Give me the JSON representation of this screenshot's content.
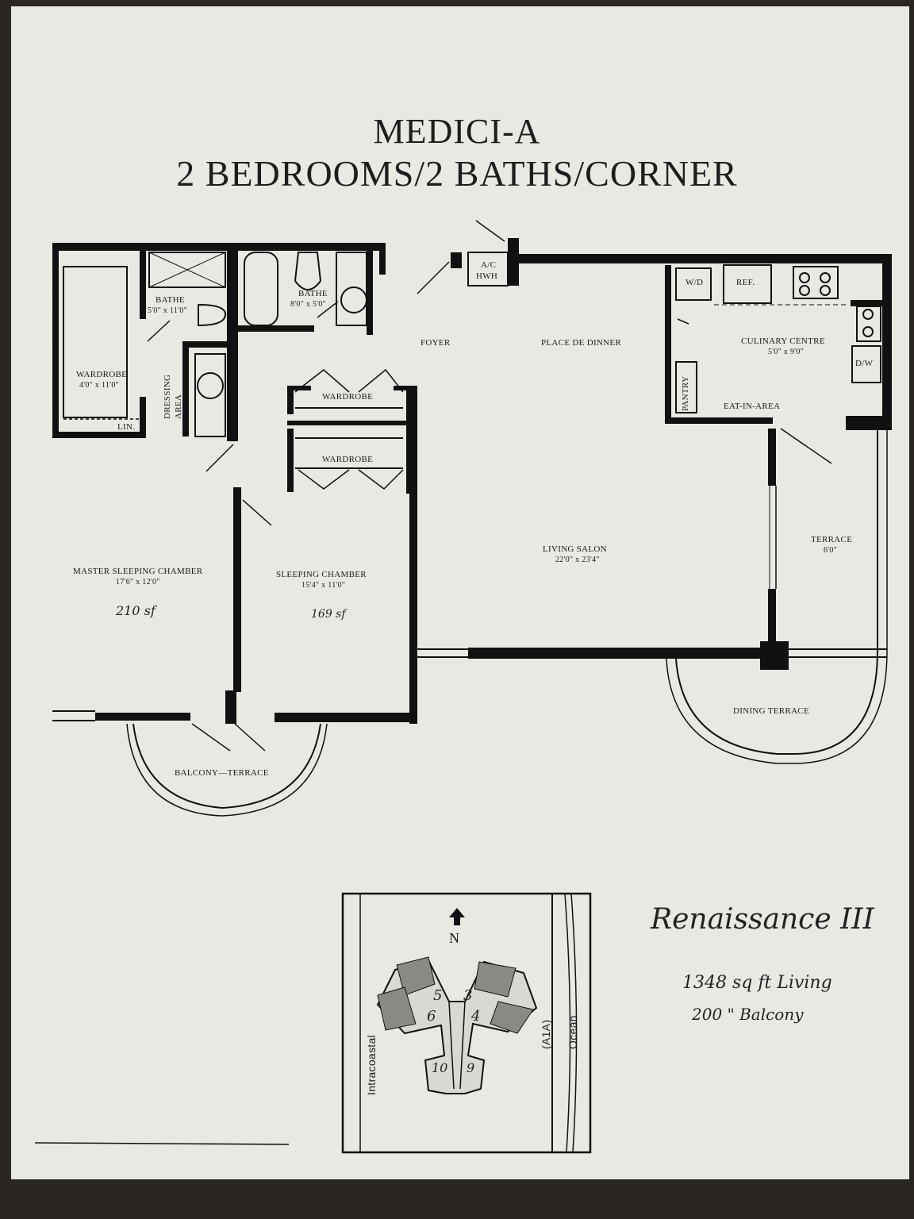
{
  "title": {
    "line1": "MEDICI-A",
    "line2": "2 BEDROOMS/2 BATHS/CORNER"
  },
  "rooms": {
    "bath1": {
      "name": "BATHE",
      "dims": "5'0\" x 11'0\""
    },
    "bath2": {
      "name": "BATHE",
      "dims": "8'0\" x 5'0\""
    },
    "wardrobe_master": {
      "name": "WARDROBE",
      "dims": "4'0\" x 11'0\""
    },
    "dressing": {
      "name": "DRESSING AREA"
    },
    "linen": {
      "name": "LIN."
    },
    "wardrobe_a": {
      "name": "WARDROBE"
    },
    "wardrobe_b": {
      "name": "WARDROBE"
    },
    "foyer": {
      "name": "FOYER"
    },
    "ac": {
      "line1": "A/C",
      "line2": "HWH"
    },
    "place_de_dinner": {
      "name": "PLACE DE DINNER"
    },
    "culinary": {
      "name": "CULINARY CENTRE",
      "dims": "5'0\" x 9'0\""
    },
    "wd": {
      "name": "W/D"
    },
    "ref": {
      "name": "REF."
    },
    "dw": {
      "name": "D/W"
    },
    "pantry": {
      "name": "PANTRY"
    },
    "eat_in": {
      "name": "EAT-IN-AREA"
    },
    "living": {
      "name": "LIVING SALON",
      "dims": "22'0\" x 23'4\""
    },
    "terrace": {
      "name": "TERRACE",
      "dims": "6'0\""
    },
    "master": {
      "name": "MASTER SLEEPING CHAMBER",
      "dims": "17'6\" x 12'0\"",
      "note": "210 sf"
    },
    "sleeping": {
      "name": "SLEEPING CHAMBER",
      "dims": "15'4\" x 11'0\"",
      "note": "169 sf"
    },
    "dining_terrace": {
      "name": "DINING TERRACE"
    },
    "balcony": {
      "name": "BALCONY—TERRACE"
    }
  },
  "site_map": {
    "north": "N",
    "west_label": "Intracoastal",
    "road_label": "(A1A)",
    "east_label": "Ocean",
    "units": [
      "5",
      "3",
      "6",
      "4",
      "10",
      "9"
    ]
  },
  "handwritten": {
    "building": "Renaissance III",
    "living": "1348 sq ft Living",
    "balcony": "200 \" Balcony"
  }
}
